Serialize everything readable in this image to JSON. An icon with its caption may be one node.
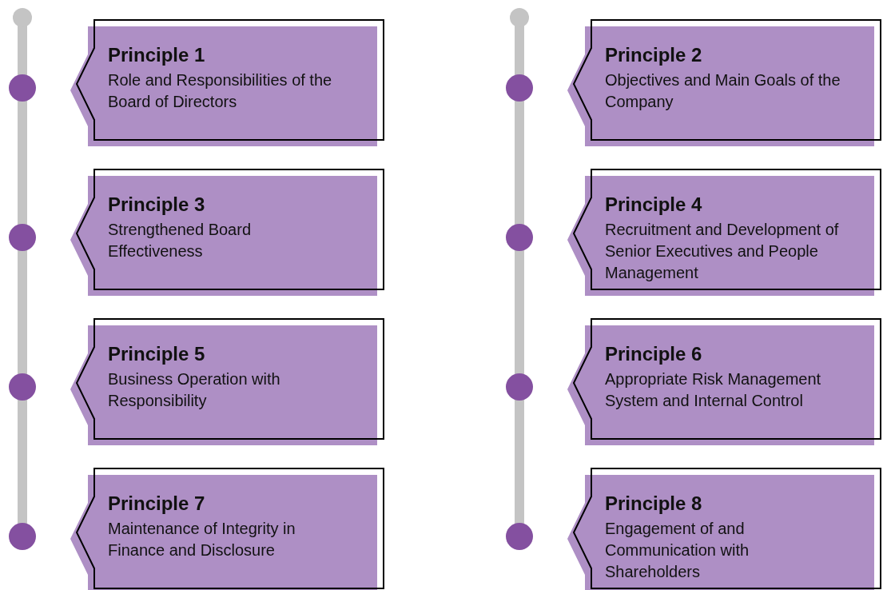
{
  "diagram": {
    "nodes": [
      {
        "text": [
          "Principle 1",
          "Role and Responsibilities of the Board of Directors"
        ]
      },
      {
        "text": [
          "Principle 2",
          "Objectives and Main Goals of the Company"
        ]
      },
      {
        "text": [
          "Principle 3",
          "Strengthened Board Effectiveness"
        ]
      },
      {
        "text": [
          "Principle 4",
          "Recruitment and Development of Senior Executives and People Management"
        ]
      },
      {
        "text": [
          "Principle 5",
          "Business Operation with Responsibility"
        ]
      },
      {
        "text": [
          "Principle 6",
          "Appropriate Risk Management System and Internal Control"
        ]
      },
      {
        "text": [
          "Principle 7",
          "Maintenance of Integrity in Finance and Disclosure"
        ]
      },
      {
        "text": [
          "Principle 8",
          "Engagement of and Communication with Shareholders"
        ]
      }
    ]
  }
}
